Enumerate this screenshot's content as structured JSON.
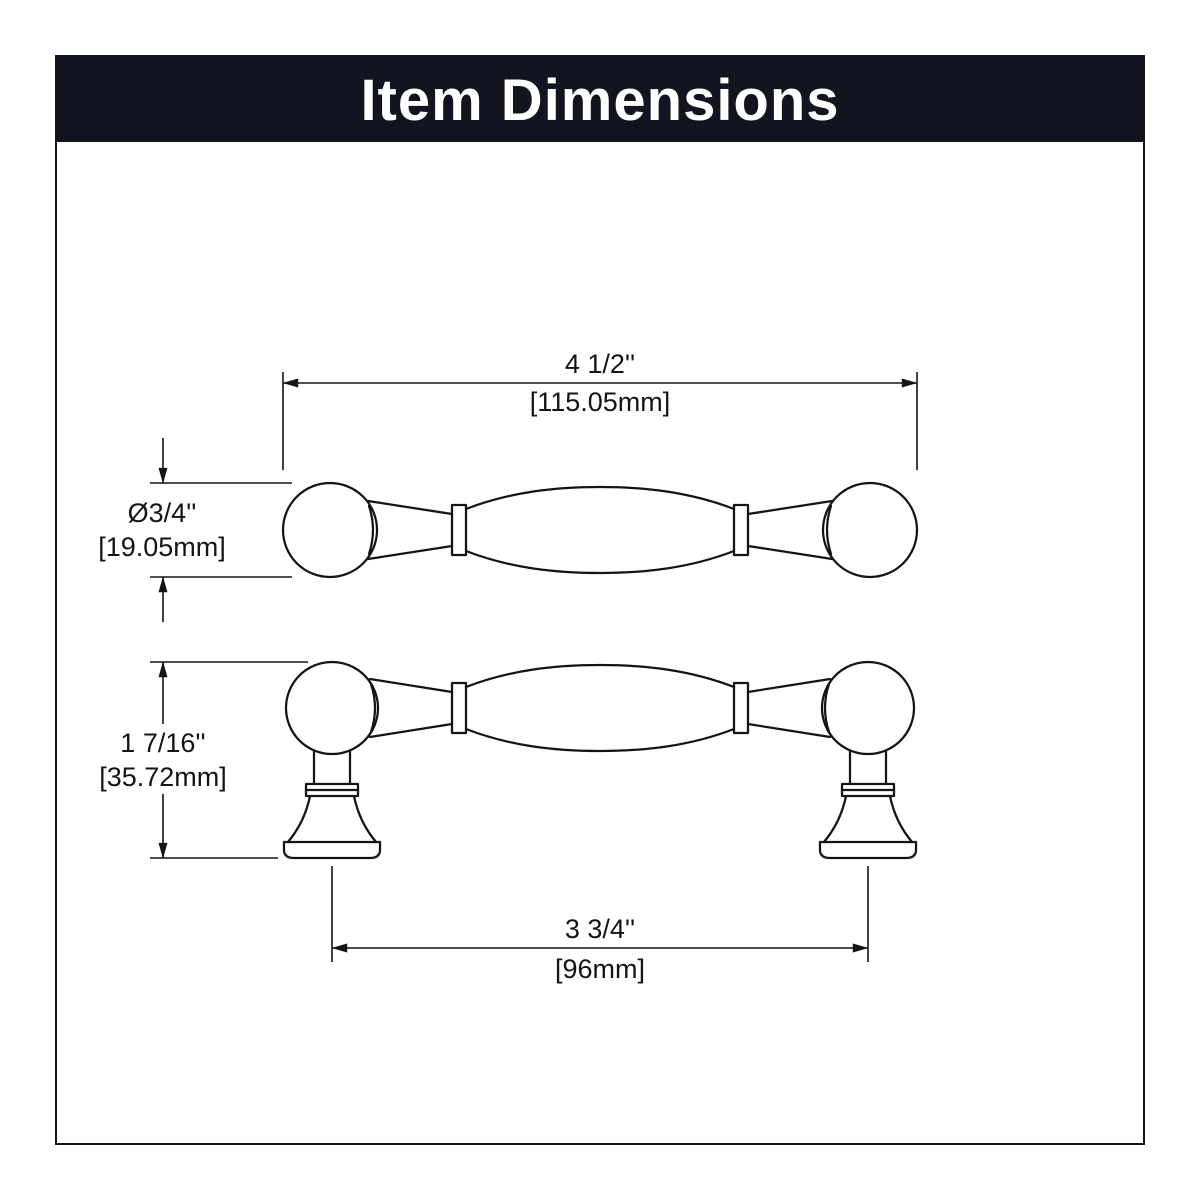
{
  "title": "Item Dimensions",
  "diagram": {
    "length": {
      "inches": "4 1/2''",
      "mm": "[115.05mm]"
    },
    "diameter": {
      "inches": "Ø3/4''",
      "mm": "[19.05mm]"
    },
    "height": {
      "inches": "1 7/16''",
      "mm": "[35.72mm]"
    },
    "center_to_center": {
      "inches": "3 3/4''",
      "mm": "[96mm]"
    }
  },
  "colors": {
    "banner": "#121420",
    "line": "#141414",
    "background": "#ffffff"
  }
}
